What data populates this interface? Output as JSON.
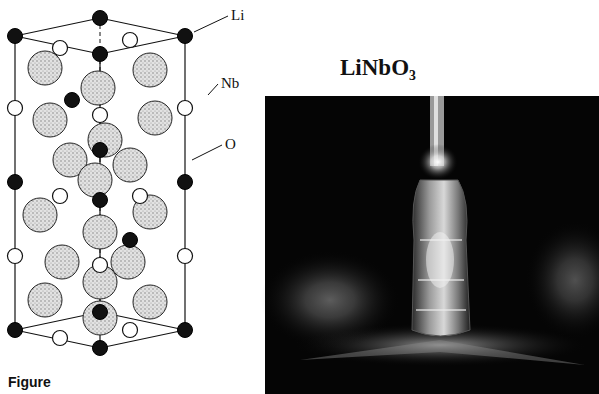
{
  "diagram": {
    "title": "LiNbO₃",
    "labels": [
      "Li",
      "Nb",
      "O",
      "Figure"
    ]
  }
}
